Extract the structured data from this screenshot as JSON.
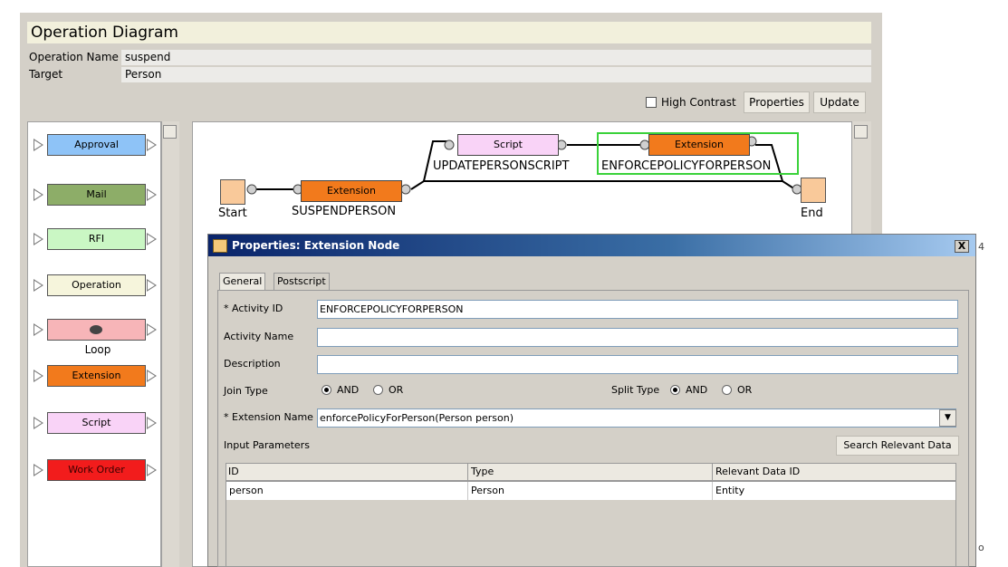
{
  "header": {
    "title": "Operation Diagram",
    "operation_name_label": "Operation Name",
    "operation_name_value": "suspend",
    "target_label": "Target",
    "target_value": "Person"
  },
  "toolbar": {
    "high_contrast_label": "High Contrast",
    "high_contrast_checked": false,
    "properties_button": "Properties",
    "update_button": "Update"
  },
  "palette": {
    "items": [
      {
        "label": "Approval",
        "color": "#8ec3f7"
      },
      {
        "label": "Mail",
        "color": "#8dad68"
      },
      {
        "label": "RFI",
        "color": "#caf7c4"
      },
      {
        "label": "Operation",
        "color": "#f6f5dc"
      },
      {
        "label": "",
        "color": "#f7b5b8"
      },
      {
        "label": "Extension",
        "color": "#f27a1c"
      },
      {
        "label": "Script",
        "color": "#f9d3f7"
      },
      {
        "label": "Work Order",
        "color": "#f21c1c"
      }
    ],
    "loop_label": "Loop"
  },
  "diagram": {
    "start_label": "Start",
    "end_label": "End",
    "nodes": [
      {
        "kind": "Extension",
        "name": "SUSPENDPERSON"
      },
      {
        "kind": "Script",
        "name": "UPDATEPERSONSCRIPT"
      },
      {
        "kind": "Extension",
        "name": "ENFORCEPOLICYFORPERSON"
      }
    ],
    "selection_color": "#3ad23a"
  },
  "dialog": {
    "title": "Properties: Extension Node",
    "close_glyph": "X",
    "tabs": [
      {
        "label": "General",
        "selected": true
      },
      {
        "label": "Postscript",
        "selected": false
      }
    ],
    "activity_id_label": "* Activity ID",
    "activity_id_value": "ENFORCEPOLICYFORPERSON",
    "activity_name_label": "Activity Name",
    "activity_name_value": "",
    "description_label": "Description",
    "description_value": "",
    "join_type_label": "Join Type",
    "split_type_label": "Split Type",
    "and_label": "AND",
    "or_label": "OR",
    "join_type_selected": "AND",
    "split_type_selected": "AND",
    "extension_name_label": "* Extension Name",
    "extension_name_value": "enforcePolicyForPerson(Person person)",
    "input_parameters_label": "Input Parameters",
    "search_button": "Search Relevant Data",
    "table": {
      "columns": [
        "ID",
        "Type",
        "Relevant Data ID"
      ],
      "rows": [
        [
          "person",
          "Person",
          "Entity"
        ]
      ]
    }
  },
  "side_text": {
    "top": "4",
    "bottom": "o"
  }
}
